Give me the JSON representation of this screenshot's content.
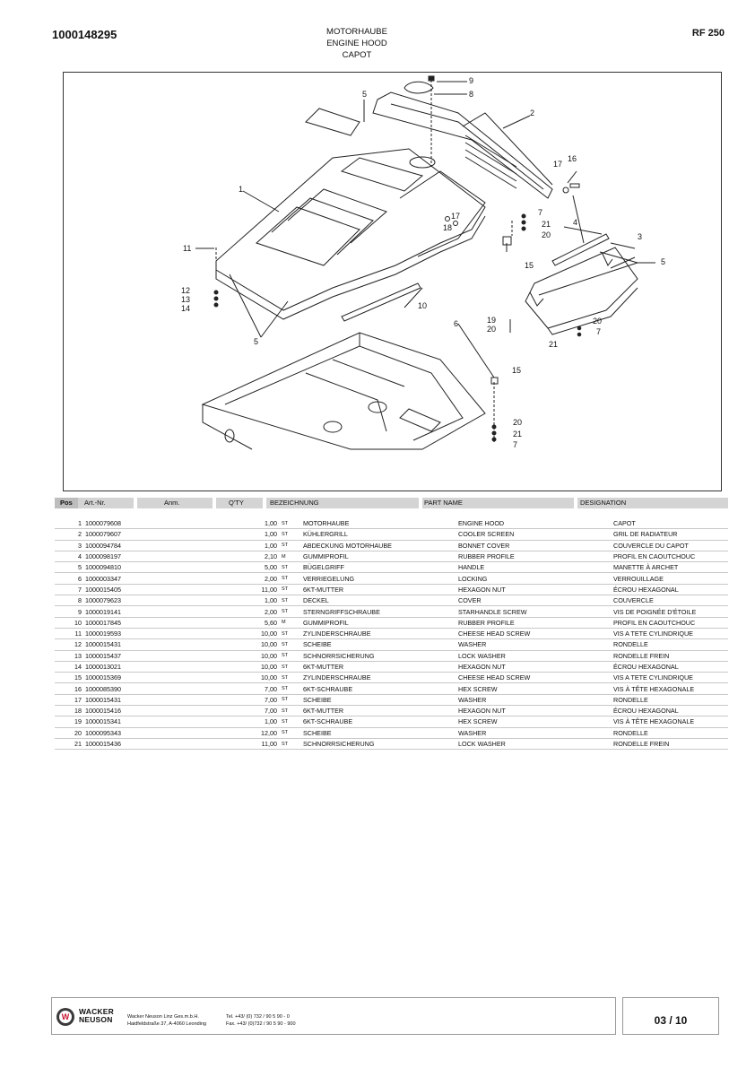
{
  "header": {
    "doc_number": "1000148295",
    "title_de": "MOTORHAUBE",
    "title_en": "ENGINE HOOD",
    "title_fr": "CAPOT",
    "model": "RF 250"
  },
  "figure": {
    "callouts": [
      "1",
      "2",
      "3",
      "4",
      "5",
      "6",
      "7",
      "8",
      "9",
      "10",
      "11",
      "12",
      "13",
      "14",
      "15",
      "16",
      "17",
      "18",
      "19",
      "20",
      "21"
    ]
  },
  "table": {
    "headers": {
      "pos": "Pos",
      "art": "Art.-Nr.",
      "anm": "Anm.",
      "qty": "Q'TY",
      "bezeichnung": "BEZEICHNUNG",
      "part_name": "PART NAME",
      "designation": "DESIGNATION"
    },
    "rows": [
      {
        "pos": "1",
        "art": "1000079608",
        "anm": "",
        "qty": "1,00",
        "unit": "ST",
        "de": "MOTORHAUBE",
        "en": "ENGINE HOOD",
        "fr": "CAPOT"
      },
      {
        "pos": "2",
        "art": "1000079607",
        "anm": "",
        "qty": "1,00",
        "unit": "ST",
        "de": "KÜHLERGRILL",
        "en": "COOLER SCREEN",
        "fr": "GRIL DE RADIATEUR"
      },
      {
        "pos": "3",
        "art": "1000094784",
        "anm": "",
        "qty": "1,00",
        "unit": "ST",
        "de": "ABDECKUNG MOTORHAUBE",
        "en": "BONNET COVER",
        "fr": "COUVERCLE DU CAPOT"
      },
      {
        "pos": "4",
        "art": "1000098197",
        "anm": "",
        "qty": "2,10",
        "unit": "M",
        "de": "GUMMIPROFIL",
        "en": "RUBBER PROFILE",
        "fr": "PROFIL EN CAOUTCHOUC"
      },
      {
        "pos": "5",
        "art": "1000094810",
        "anm": "",
        "qty": "5,00",
        "unit": "ST",
        "de": "BÜGELGRIFF",
        "en": "HANDLE",
        "fr": "MANETTE À ARCHET"
      },
      {
        "pos": "6",
        "art": "1000003347",
        "anm": "",
        "qty": "2,00",
        "unit": "ST",
        "de": "VERRIEGELUNG",
        "en": "LOCKING",
        "fr": "VERROUILLAGE"
      },
      {
        "pos": "7",
        "art": "1000015405",
        "anm": "",
        "qty": "11,00",
        "unit": "ST",
        "de": "6KT-MUTTER",
        "en": "HEXAGON NUT",
        "fr": "ÉCROU HEXAGONAL"
      },
      {
        "pos": "8",
        "art": "1000079623",
        "anm": "",
        "qty": "1,00",
        "unit": "ST",
        "de": "DECKEL",
        "en": "COVER",
        "fr": "COUVERCLE"
      },
      {
        "pos": "9",
        "art": "1000019141",
        "anm": "",
        "qty": "2,00",
        "unit": "ST",
        "de": "STERNGRIFFSCHRAUBE",
        "en": "STARHANDLE SCREW",
        "fr": "VIS DE POIGNÉE D'ÉTOILE"
      },
      {
        "pos": "10",
        "art": "1000017845",
        "anm": "",
        "qty": "5,60",
        "unit": "M",
        "de": "GUMMIPROFIL",
        "en": "RUBBER PROFILE",
        "fr": "PROFIL EN CAOUTCHOUC"
      },
      {
        "pos": "11",
        "art": "1000019593",
        "anm": "",
        "qty": "10,00",
        "unit": "ST",
        "de": "ZYLINDERSCHRAUBE",
        "en": "CHEESE HEAD SCREW",
        "fr": "VIS A TETE CYLINDRIQUE"
      },
      {
        "pos": "12",
        "art": "1000015431",
        "anm": "",
        "qty": "10,00",
        "unit": "ST",
        "de": "SCHEIBE",
        "en": "WASHER",
        "fr": "RONDELLE"
      },
      {
        "pos": "13",
        "art": "1000015437",
        "anm": "",
        "qty": "10,00",
        "unit": "ST",
        "de": "SCHNORRSICHERUNG",
        "en": "LOCK WASHER",
        "fr": "RONDELLE FREIN"
      },
      {
        "pos": "14",
        "art": "1000013021",
        "anm": "",
        "qty": "10,00",
        "unit": "ST",
        "de": "6KT-MUTTER",
        "en": "HEXAGON NUT",
        "fr": "ÉCROU HEXAGONAL"
      },
      {
        "pos": "15",
        "art": "1000015369",
        "anm": "",
        "qty": "10,00",
        "unit": "ST",
        "de": "ZYLINDERSCHRAUBE",
        "en": "CHEESE HEAD SCREW",
        "fr": "VIS A TETE CYLINDRIQUE"
      },
      {
        "pos": "16",
        "art": "1000085390",
        "anm": "",
        "qty": "7,00",
        "unit": "ST",
        "de": "6KT-SCHRAUBE",
        "en": "HEX SCREW",
        "fr": "VIS À TÊTE HEXAGONALE"
      },
      {
        "pos": "17",
        "art": "1000015431",
        "anm": "",
        "qty": "7,00",
        "unit": "ST",
        "de": "SCHEIBE",
        "en": "WASHER",
        "fr": "RONDELLE"
      },
      {
        "pos": "18",
        "art": "1000015416",
        "anm": "",
        "qty": "7,00",
        "unit": "ST",
        "de": "6KT-MUTTER",
        "en": "HEXAGON NUT",
        "fr": "ÉCROU HEXAGONAL"
      },
      {
        "pos": "19",
        "art": "1000015341",
        "anm": "",
        "qty": "1,00",
        "unit": "ST",
        "de": "6KT-SCHRAUBE",
        "en": "HEX SCREW",
        "fr": "VIS À TÊTE HEXAGONALE"
      },
      {
        "pos": "20",
        "art": "1000095343",
        "anm": "",
        "qty": "12,00",
        "unit": "ST",
        "de": "SCHEIBE",
        "en": "WASHER",
        "fr": "RONDELLE"
      },
      {
        "pos": "21",
        "art": "1000015436",
        "anm": "",
        "qty": "11,00",
        "unit": "ST",
        "de": "SCHNORRSICHERUNG",
        "en": "LOCK WASHER",
        "fr": "RONDELLE FREIN"
      }
    ]
  },
  "footer": {
    "logo_line1": "WACKER",
    "logo_line2": "NEUSON",
    "company": "Wacker Neuson Linz  Ges.m.b.H.",
    "address": "Haidfeldstraße 37, A-4060 Leonding",
    "tel": "Tel. +43/ (0) 732 / 90 5 90 - 0",
    "fax": "Fax. +43/ (0)732 / 90 5 90 - 900",
    "page": "03 / 10"
  }
}
